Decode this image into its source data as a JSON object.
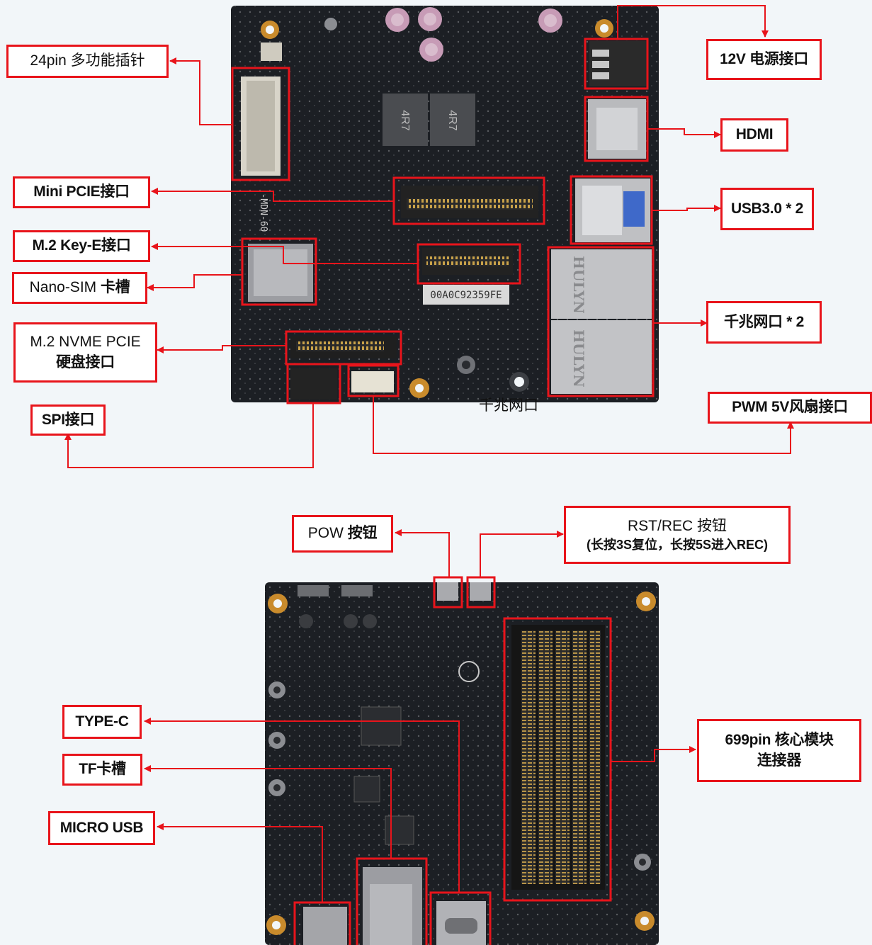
{
  "top_labels": {
    "pin24": "24pin  多功能插针",
    "power12v": "12V 电源接口",
    "hdmi": "HDMI",
    "minipcie": "Mini PCIE接口",
    "usb3": "USB3.0 * 2",
    "m2_key_e": "M.2 Key-E接口",
    "nano_sim_a": "Nano-SIM ",
    "nano_sim_b": "卡槽",
    "gigabit_ports": "千兆网口 * 2",
    "nvme_line1": "M.2 NVME PCIE",
    "nvme_line2": "硬盘接口",
    "gigabit_caption": "千兆网口",
    "spi": "SPI接口",
    "pwm_fan": "PWM 5V风扇接口"
  },
  "bottom_labels": {
    "pow_a": "POW ",
    "pow_b": "按钮",
    "rst_line1": "RST/REC 按钮",
    "rst_line2": "(长按3S复位，长按5S进入REC)",
    "type_c": "TYPE-C",
    "tf": "TF卡槽",
    "micro_usb": "MICRO USB",
    "core_line1": "699pin  核心模块",
    "core_line2": "连接器"
  },
  "board_markings": {
    "mac_sticker": "00A0C92359FE",
    "inductor_1": "4R7",
    "inductor_2": "4R7",
    "rj45_brand": "HULYN",
    "silk_side": "-MDN-60"
  },
  "colors": {
    "callout_red": "#e8141b",
    "pcb": "#1d2025",
    "background": "#f2f6f9"
  }
}
